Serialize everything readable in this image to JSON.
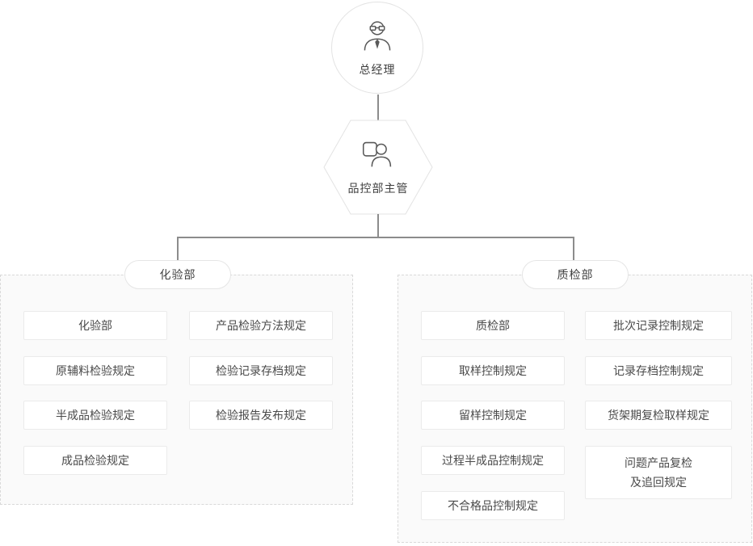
{
  "org": {
    "ceo": {
      "label": "总经理"
    },
    "supervisor": {
      "label": "品控部主管"
    },
    "branches": [
      {
        "name": "化验部",
        "items": [
          "化验部",
          "原辅料检验规定",
          "半成品检验规定",
          "成品检验规定",
          "产品检验方法规定",
          "检验记录存档规定",
          "检验报告发布规定"
        ]
      },
      {
        "name": "质检部",
        "items": [
          "质检部",
          "取样控制规定",
          "留样控制规定",
          "过程半成品控制规定",
          "不合格品控制规定",
          "批次记录控制规定",
          "记录存档控制规定",
          "货架期复检取样规定",
          "问题产品复检\n及追回规定"
        ]
      }
    ]
  },
  "colors": {
    "line": "#8c8c8c",
    "panel_bg": "#fafafa",
    "panel_border": "#d9d9d9",
    "box_border": "#ebebeb",
    "text": "#404040"
  }
}
